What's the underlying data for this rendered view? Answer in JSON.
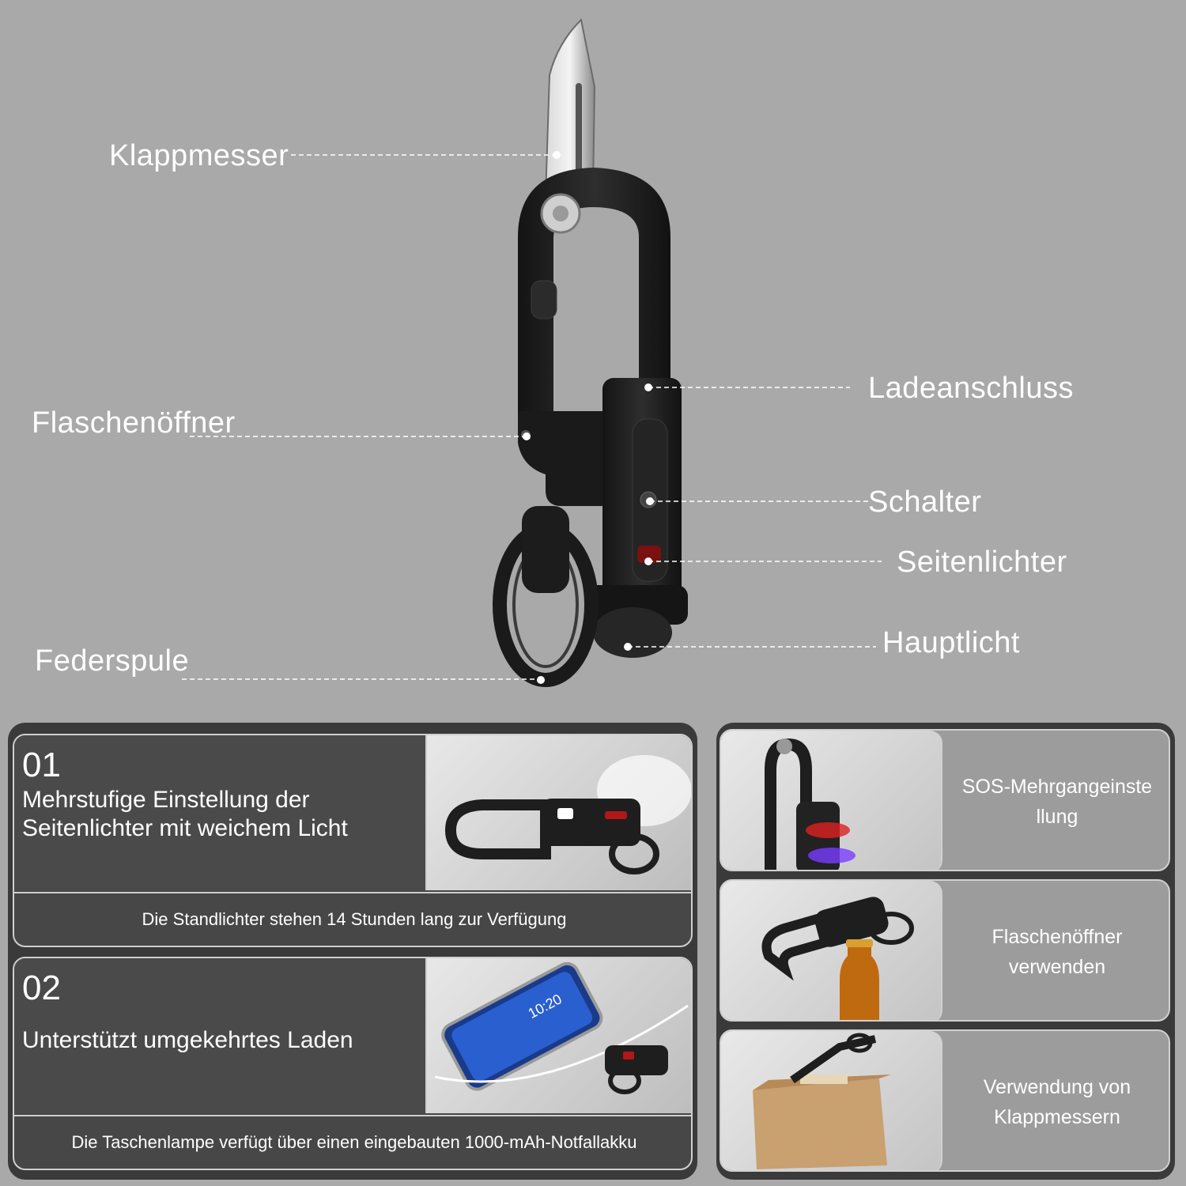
{
  "callouts": {
    "knife": "Klappmesser",
    "bottle_opener": "Flaschenöffner",
    "spring_coil": "Federspule",
    "charging_port": "Ladeanschluss",
    "switch": "Schalter",
    "side_lights": "Seitenlichter",
    "main_light": "Hauptlicht"
  },
  "features": [
    {
      "number": "01",
      "title_line1": "Mehrstufige Einstellung der",
      "title_line2": "Seitenlichter mit weichem Licht",
      "caption": "Die Standlichter stehen 14 Stunden lang zur Verfügung"
    },
    {
      "number": "02",
      "title_line1": "Unterstützt umgekehrtes Laden",
      "title_line2": "",
      "caption": "Die Taschenlampe verfügt über einen eingebauten 1000-mAh-Notfallakku",
      "phone_time": "10:20"
    }
  ],
  "tiles": [
    {
      "line1": "SOS-Mehrgangeinste",
      "line2": "llung"
    },
    {
      "line1": "Flaschenöffner",
      "line2": "verwenden"
    },
    {
      "line1": "Verwendung von",
      "line2": "Klappmessern"
    }
  ],
  "colors": {
    "background": "#a9a9a9",
    "panel": "#3a3a3a",
    "device": "#1e1e1e",
    "red_light": "#e02020",
    "purple_light": "#7a3cff"
  }
}
